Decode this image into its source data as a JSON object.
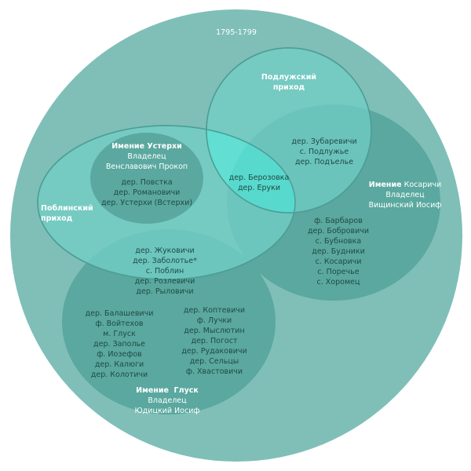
{
  "period": "1795-1799",
  "colors": {
    "outer": "#7fbfb8",
    "usterhi": "#5aa89f",
    "gluski": "#5aa89f",
    "kosarichi": "#5aa89f",
    "poblin_parish": "#72cec5",
    "podluzh_parish": "#72cec5",
    "overlap": "#5fe0d4"
  },
  "podluzh_parish": {
    "title_line1": "Подлужский",
    "title_line2": "приход"
  },
  "poblin_parish": {
    "title_line1": "Поблинский",
    "title_line2": "приход"
  },
  "estate_usterhi": {
    "title": "Имение Устерхи",
    "owner_label": "Владелец",
    "owner": "Венславович Прокоп",
    "villages": [
      "дер. Повстка",
      "дер. Романовичи",
      "дер. Устерхи (Встерхи)"
    ]
  },
  "estate_kosarichi": {
    "title_prefix": "Имение",
    "title_name": " Косаричи",
    "owner_label": "Владелец",
    "owner": "Вищинский Иосиф",
    "villages": [
      "ф. Барбаров",
      "дер. Бобровичи",
      "с. Бубновка",
      "дер. Будники",
      "с. Косаричи",
      "с. Поречье",
      "с. Хоромец"
    ]
  },
  "estate_gluski": {
    "title": "Имение  Глуск",
    "owner_label": "Владелец",
    "owner": "Юдицкий Иосиф",
    "villages_left": [
      "дер. Балашевичи",
      "ф. Войтехов",
      "м. Глуск",
      "дер. Заполье",
      "ф. Иозефов",
      "дер. Калюги",
      "дер. Колотичи"
    ],
    "villages_right": [
      "дер. Коптевичи",
      "ф. Лучки",
      "дер. Мыслютин",
      "дер. Погост",
      "дер. Рудаковичи",
      "дер. Сельцы",
      "ф. Хвастовичи"
    ]
  },
  "podluzh_kosarichi_overlap": [
    "дер. Зубаревичи",
    "с. Подлужье",
    "дер. Подъелье"
  ],
  "triple_overlap": [
    "дер. Берозовка",
    "дер. Еруки"
  ],
  "poblin_gluski_overlap": [
    "дер. Жуковичи",
    "дер. Заболотье*",
    "с. Поблин",
    "дер. Розлевичи",
    "дер. Рыловичи"
  ]
}
